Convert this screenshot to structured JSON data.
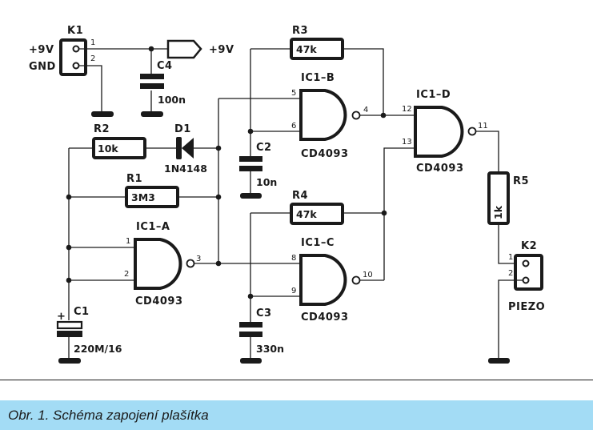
{
  "figure": {
    "caption": "Obr. 1. Schéma zapojení plašítka",
    "caption_bg": "#a3dcf5",
    "ink_color": "#1a1a1a"
  },
  "connectors": {
    "K1": {
      "ref": "K1",
      "pin1": "1",
      "pin2": "2",
      "label_pin1": "+9V",
      "label_pin2": "GND"
    },
    "K2": {
      "ref": "K2",
      "pin1": "1",
      "pin2": "2",
      "label": "PIEZO"
    }
  },
  "supply": {
    "label": "+9V"
  },
  "resistors": {
    "R1": {
      "ref": "R1",
      "value": "3M3"
    },
    "R2": {
      "ref": "R2",
      "value": "10k"
    },
    "R3": {
      "ref": "R3",
      "value": "47k"
    },
    "R4": {
      "ref": "R4",
      "value": "47k"
    },
    "R5": {
      "ref": "R5",
      "value": "1k"
    }
  },
  "capacitors": {
    "C1": {
      "ref": "C1",
      "value": "220M/16",
      "polarity": "+"
    },
    "C2": {
      "ref": "C2",
      "value": "10n"
    },
    "C3": {
      "ref": "C3",
      "value": "330n"
    },
    "C4": {
      "ref": "C4",
      "value": "100n"
    }
  },
  "diodes": {
    "D1": {
      "ref": "D1",
      "value": "1N4148"
    }
  },
  "gates": {
    "A": {
      "ref": "IC1–A",
      "part": "CD4093",
      "in1": "1",
      "in2": "2",
      "out": "3"
    },
    "B": {
      "ref": "IC1–B",
      "part": "CD4093",
      "in1": "5",
      "in2": "6",
      "out": "4"
    },
    "C": {
      "ref": "IC1–C",
      "part": "CD4093",
      "in1": "8",
      "in2": "9",
      "out": "10"
    },
    "D": {
      "ref": "IC1–D",
      "part": "CD4093",
      "in1": "12",
      "in2": "13",
      "out": "11"
    }
  }
}
